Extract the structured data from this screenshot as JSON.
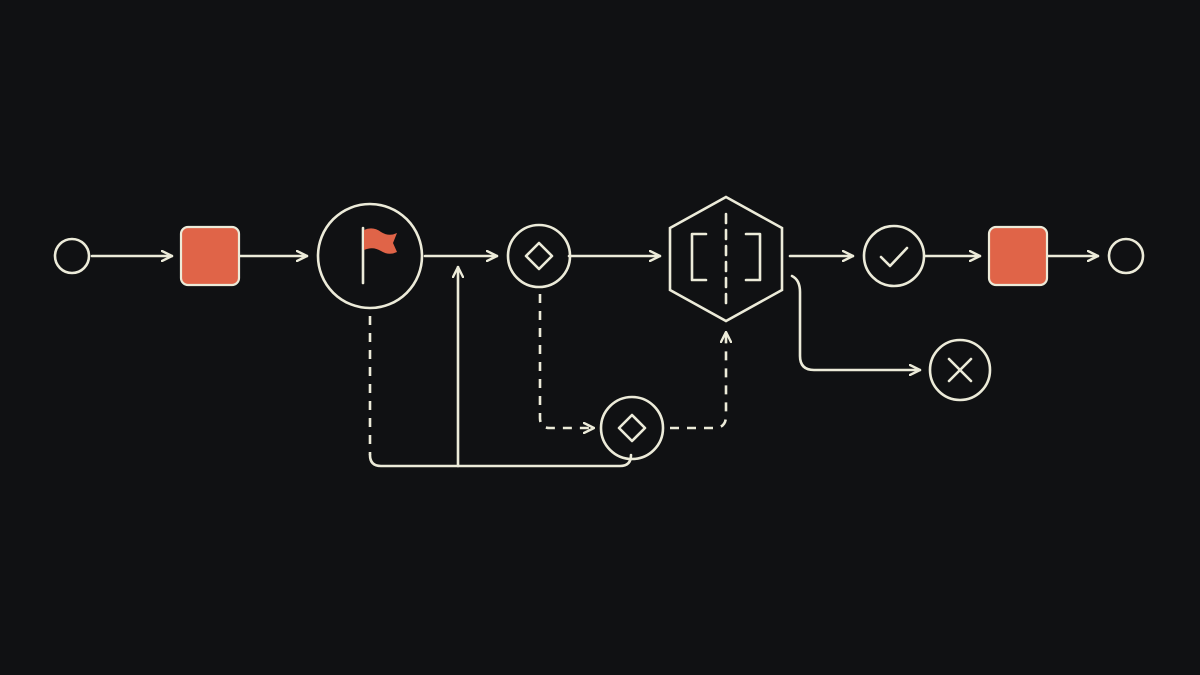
{
  "palette": {
    "background": "#101113",
    "line": "#ecebd9",
    "task": "#e06448",
    "gateway": "#625b8c"
  },
  "nodes": [
    {
      "id": "start-event",
      "icon": "empty-circle"
    },
    {
      "id": "task-1",
      "icon": "filled-square"
    },
    {
      "id": "milestone",
      "icon": "flag-icon"
    },
    {
      "id": "gateway-1",
      "icon": "diamond-icon"
    },
    {
      "id": "gateway-2",
      "icon": "diamond-icon"
    },
    {
      "id": "merge-hexagon",
      "icon": "bracket-icon"
    },
    {
      "id": "success",
      "icon": "check-icon"
    },
    {
      "id": "task-2",
      "icon": "filled-square"
    },
    {
      "id": "end-event",
      "icon": "empty-circle"
    },
    {
      "id": "failure",
      "icon": "cross-icon"
    }
  ],
  "edges": [
    {
      "from": "start-event",
      "to": "task-1",
      "style": "solid"
    },
    {
      "from": "task-1",
      "to": "milestone",
      "style": "solid"
    },
    {
      "from": "milestone",
      "to": "gateway-1",
      "style": "solid"
    },
    {
      "from": "milestone",
      "to": "gateway-1",
      "style": "dashed",
      "note": "loop below"
    },
    {
      "from": "gateway-1",
      "to": "merge-hexagon",
      "style": "solid"
    },
    {
      "from": "gateway-1",
      "to": "gateway-2",
      "style": "dashed"
    },
    {
      "from": "gateway-2",
      "to": "merge-hexagon",
      "style": "dashed"
    },
    {
      "from": "merge-hexagon",
      "to": "success",
      "style": "solid"
    },
    {
      "from": "merge-hexagon",
      "to": "failure",
      "style": "solid"
    },
    {
      "from": "success",
      "to": "task-2",
      "style": "solid"
    },
    {
      "from": "task-2",
      "to": "end-event",
      "style": "solid"
    }
  ]
}
